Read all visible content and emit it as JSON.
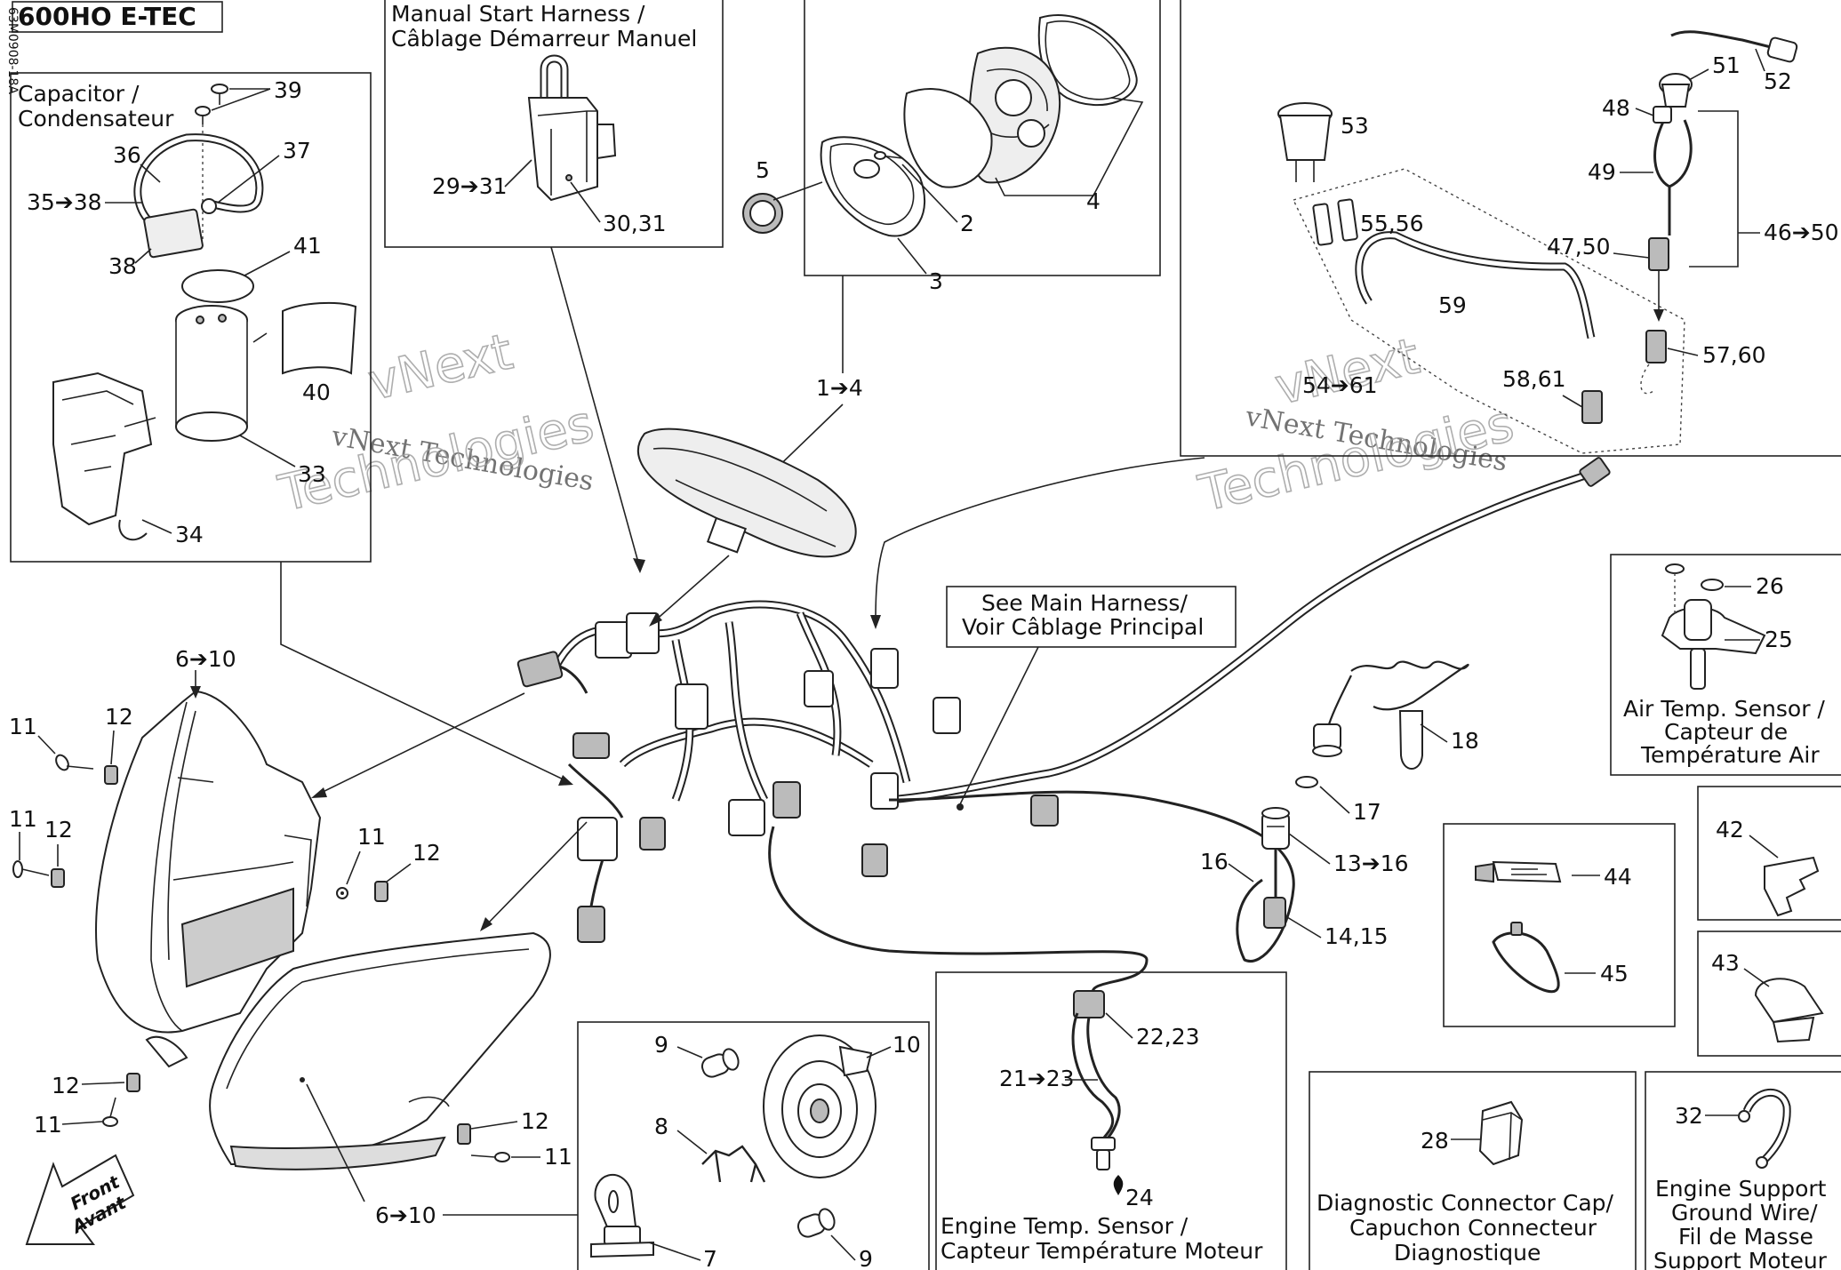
{
  "title": "600HO E-TEC",
  "side_code": "63M0908-18A",
  "watermark": {
    "line1": "vNext Technologies",
    "line2a": "vNext",
    "line2b": "Technologies"
  },
  "boxes": {
    "capacitor": "Capacitor /",
    "capacitor_fr": "Condensateur",
    "manual_start": "Manual Start Harness /",
    "manual_start_fr": "Câblage Démarreur Manuel",
    "main_harness": "See Main Harness/",
    "main_harness_fr": "Voir Câblage Principal",
    "air_temp_1": "Air Temp. Sensor /",
    "air_temp_2": "Capteur de",
    "air_temp_3": "Température Air",
    "engine_temp_1": "Engine Temp. Sensor /",
    "engine_temp_2": "Capteur Température Moteur",
    "diag_1": "Diagnostic Connector Cap/",
    "diag_2": "Capuchon Connecteur",
    "diag_3": "Diagnostique",
    "ground_1": "Engine Support",
    "ground_2": "Ground Wire/",
    "ground_3": "Fil de Masse",
    "ground_4": "Support Moteur"
  },
  "front": {
    "line1": "Front",
    "line2": "Avant"
  },
  "callouts": {
    "c39": "39",
    "c36": "36",
    "c37": "37",
    "c35_38": "35➔38",
    "c38": "38",
    "c41": "41",
    "c40": "40",
    "c33": "33",
    "c34": "34",
    "c29_31": "29➔31",
    "c30_31": "30,31",
    "c5": "5",
    "c2": "2",
    "c3": "3",
    "c4": "4",
    "c1_4": "1➔4",
    "c53": "53",
    "c55_56": "55,56",
    "c59": "59",
    "c54_61": "54➔61",
    "c58_61": "58,61",
    "c51": "51",
    "c52": "52",
    "c48": "48",
    "c49": "49",
    "c47_50": "47,50",
    "c46_50": "46➔50",
    "c57_60": "57,60",
    "c26": "26",
    "c25": "25",
    "c6_10a": "6➔10",
    "c11a": "11",
    "c12a": "12",
    "c11b": "11",
    "c12b": "12",
    "c11c": "11",
    "c12c": "12",
    "c12d": "12",
    "c11d": "11",
    "c12e": "12",
    "c11e": "11",
    "c6_10b": "6➔10",
    "c18": "18",
    "c17": "17",
    "c16": "16",
    "c13_16": "13➔16",
    "c14_15": "14,15",
    "c42": "42",
    "c43": "43",
    "c44": "44",
    "c45": "45",
    "c9a": "9",
    "c10": "10",
    "c8": "8",
    "c7": "7",
    "c9b": "9",
    "c22_23": "22,23",
    "c21_23": "21➔23",
    "c24": "24",
    "c28": "28",
    "c32": "32"
  }
}
